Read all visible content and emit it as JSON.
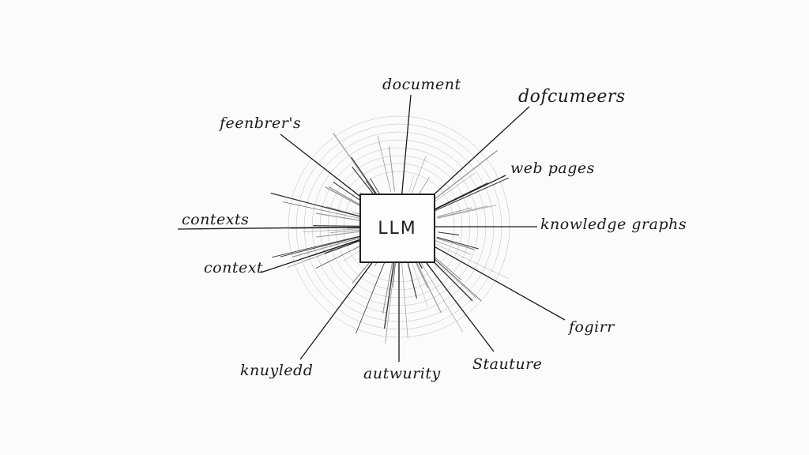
{
  "center": {
    "label": "LLM"
  },
  "labels": [
    {
      "id": "document",
      "text": "document"
    },
    {
      "id": "dofcumeers",
      "text": "dofcumeers"
    },
    {
      "id": "feenbrer",
      "text": "feenbrer's"
    },
    {
      "id": "web-pages",
      "text": "web pages"
    },
    {
      "id": "contexts",
      "text": "contexts"
    },
    {
      "id": "knowledge-graphs",
      "text": "knowledge graphs"
    },
    {
      "id": "context",
      "text": "context"
    },
    {
      "id": "fogirr",
      "text": "fogirr"
    },
    {
      "id": "knuyledd",
      "text": "knuyledd"
    },
    {
      "id": "autwurity",
      "text": "autwurity"
    },
    {
      "id": "stauture",
      "text": "Stauture"
    }
  ],
  "colors": {
    "ink": "#1a1a1a",
    "paper": "#fbfbf9"
  }
}
